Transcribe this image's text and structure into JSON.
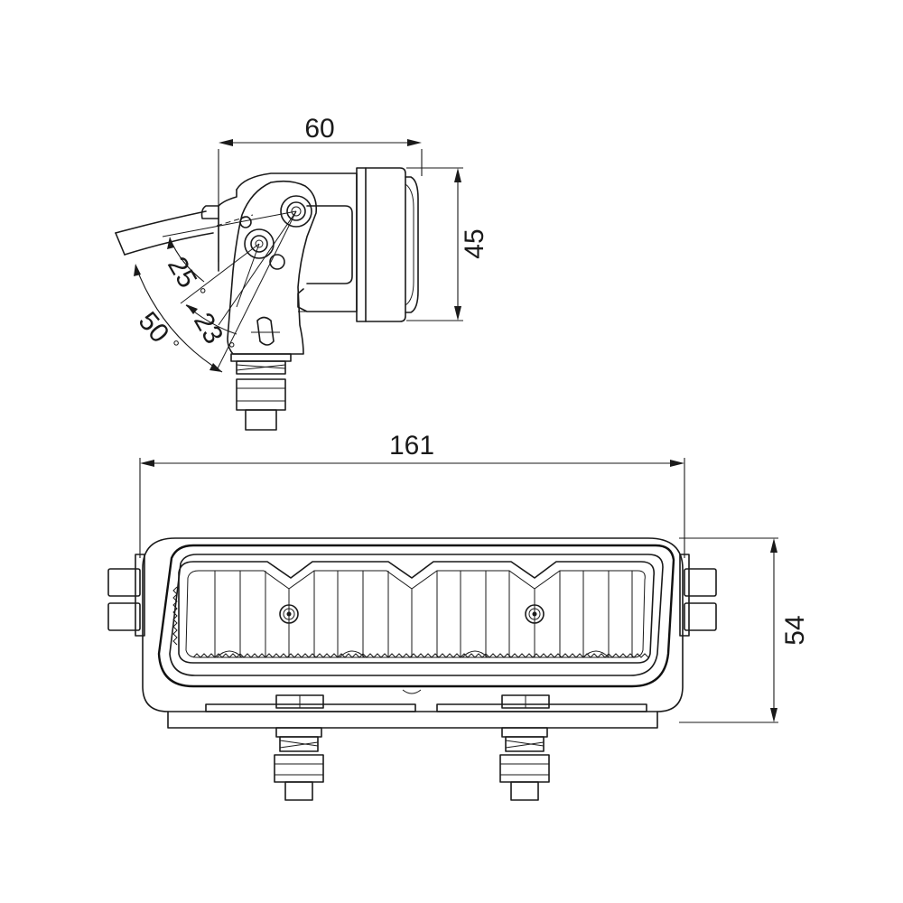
{
  "drawing": {
    "side_view": {
      "width_dim": "60",
      "height_dim": "45",
      "angle_a": "25",
      "angle_b": "23",
      "angle_c": "50",
      "degree_symbol": "°"
    },
    "front_view": {
      "width_dim": "161",
      "height_dim": "54"
    }
  }
}
